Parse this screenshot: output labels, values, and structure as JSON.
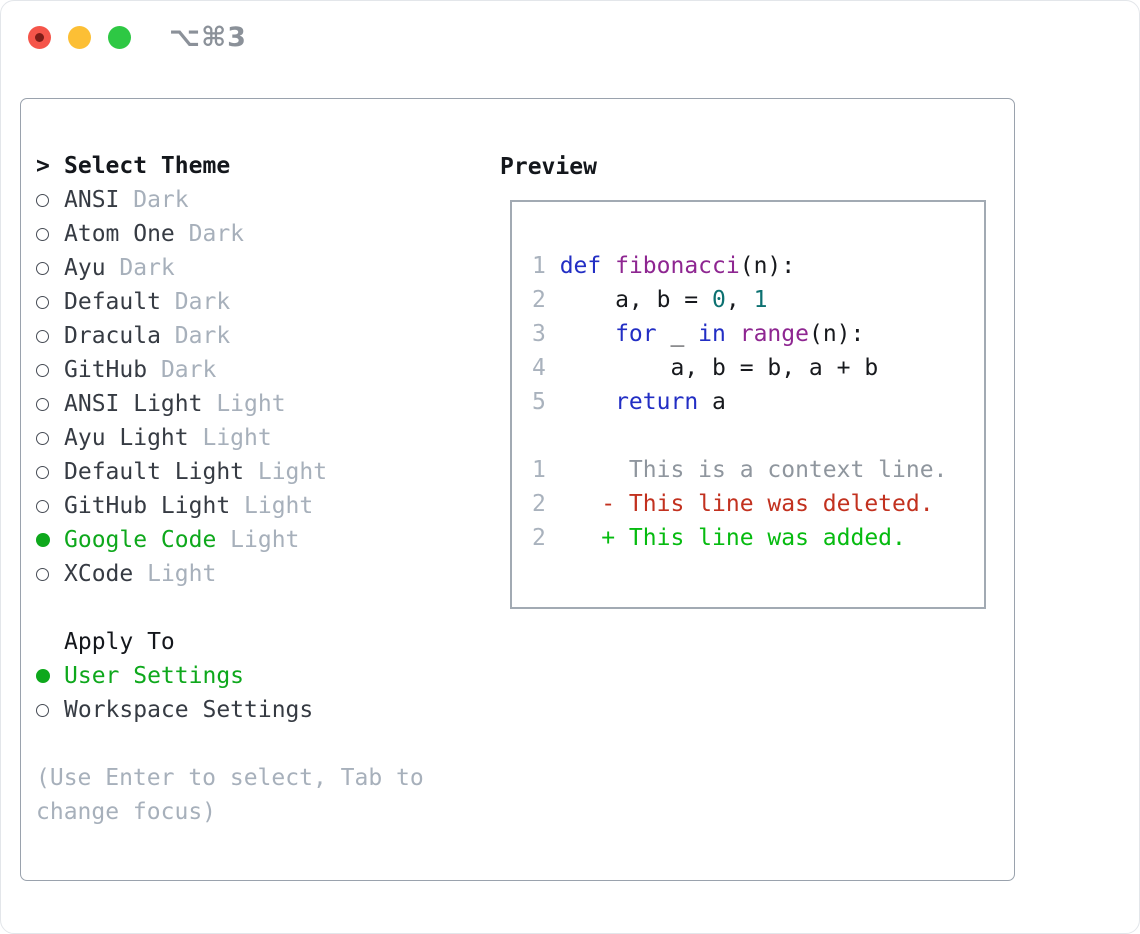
{
  "titlebar": {
    "title": "⌥⌘3",
    "buttons": [
      "close",
      "minimize",
      "zoom"
    ]
  },
  "theme_panel": {
    "header_prefix": ">",
    "header": "Select Theme",
    "items": [
      {
        "label": "ANSI",
        "variant": "Dark",
        "selected": false
      },
      {
        "label": "Atom One",
        "variant": "Dark",
        "selected": false
      },
      {
        "label": "Ayu",
        "variant": "Dark",
        "selected": false
      },
      {
        "label": "Default",
        "variant": "Dark",
        "selected": false
      },
      {
        "label": "Dracula",
        "variant": "Dark",
        "selected": false
      },
      {
        "label": "GitHub",
        "variant": "Dark",
        "selected": false
      },
      {
        "label": "ANSI Light",
        "variant": "Light",
        "selected": false
      },
      {
        "label": "Ayu Light",
        "variant": "Light",
        "selected": false
      },
      {
        "label": "Default Light",
        "variant": "Light",
        "selected": false
      },
      {
        "label": "GitHub Light",
        "variant": "Light",
        "selected": false
      },
      {
        "label": "Google Code",
        "variant": "Light",
        "selected": true
      },
      {
        "label": "XCode",
        "variant": "Light",
        "selected": false
      }
    ],
    "apply_to": {
      "header": "Apply To",
      "options": [
        {
          "label": "User Settings",
          "selected": true
        },
        {
          "label": "Workspace Settings",
          "selected": false
        }
      ]
    },
    "hint": "(Use Enter to select, Tab to change focus)"
  },
  "preview_panel": {
    "header": "Preview",
    "code_lines": [
      {
        "number": "1",
        "tokens": [
          {
            "t": "def",
            "c": "kw"
          },
          {
            "t": " "
          },
          {
            "t": "fibonacci",
            "c": "fn"
          },
          {
            "t": "(n):"
          }
        ]
      },
      {
        "number": "2",
        "tokens": [
          {
            "t": "    a, b = "
          },
          {
            "t": "0",
            "c": "num"
          },
          {
            "t": ", "
          },
          {
            "t": "1",
            "c": "num"
          }
        ]
      },
      {
        "number": "3",
        "tokens": [
          {
            "t": "    "
          },
          {
            "t": "for",
            "c": "kw"
          },
          {
            "t": " _ "
          },
          {
            "t": "in",
            "c": "kw"
          },
          {
            "t": " "
          },
          {
            "t": "range",
            "c": "fn"
          },
          {
            "t": "(n):"
          }
        ]
      },
      {
        "number": "4",
        "tokens": [
          {
            "t": "        a, b = b, a + b"
          }
        ]
      },
      {
        "number": "5",
        "tokens": [
          {
            "t": "    "
          },
          {
            "t": "return",
            "c": "kw"
          },
          {
            "t": " a"
          }
        ]
      }
    ],
    "diff_lines": [
      {
        "number": "1",
        "kind": "context",
        "text": "     This is a context line."
      },
      {
        "number": "2",
        "kind": "deleted",
        "text": "   - This line was deleted."
      },
      {
        "number": "2",
        "kind": "added",
        "text": "   + This line was added."
      }
    ]
  },
  "colors": {
    "accent_green": "#0ea81c",
    "added_green": "#06bb10",
    "deleted_red": "#c2311f",
    "keyword_blue": "#222ec4",
    "function_purple": "#8e2691",
    "number_teal": "#0d7171",
    "code_text": "#17191d",
    "line_number_gray": "#a9b2bd",
    "muted_gray": "#a7b0bb",
    "context_gray": "#8f969e",
    "item_text": "#363b43",
    "header_text": "#14171c",
    "panel_border": "#9aa2ad",
    "titlebar_gray": "#8b9199",
    "light_red": "#f5554a",
    "light_red_dot": "#7e1d18",
    "light_yellow": "#fcbf35",
    "light_green": "#2ec844"
  }
}
